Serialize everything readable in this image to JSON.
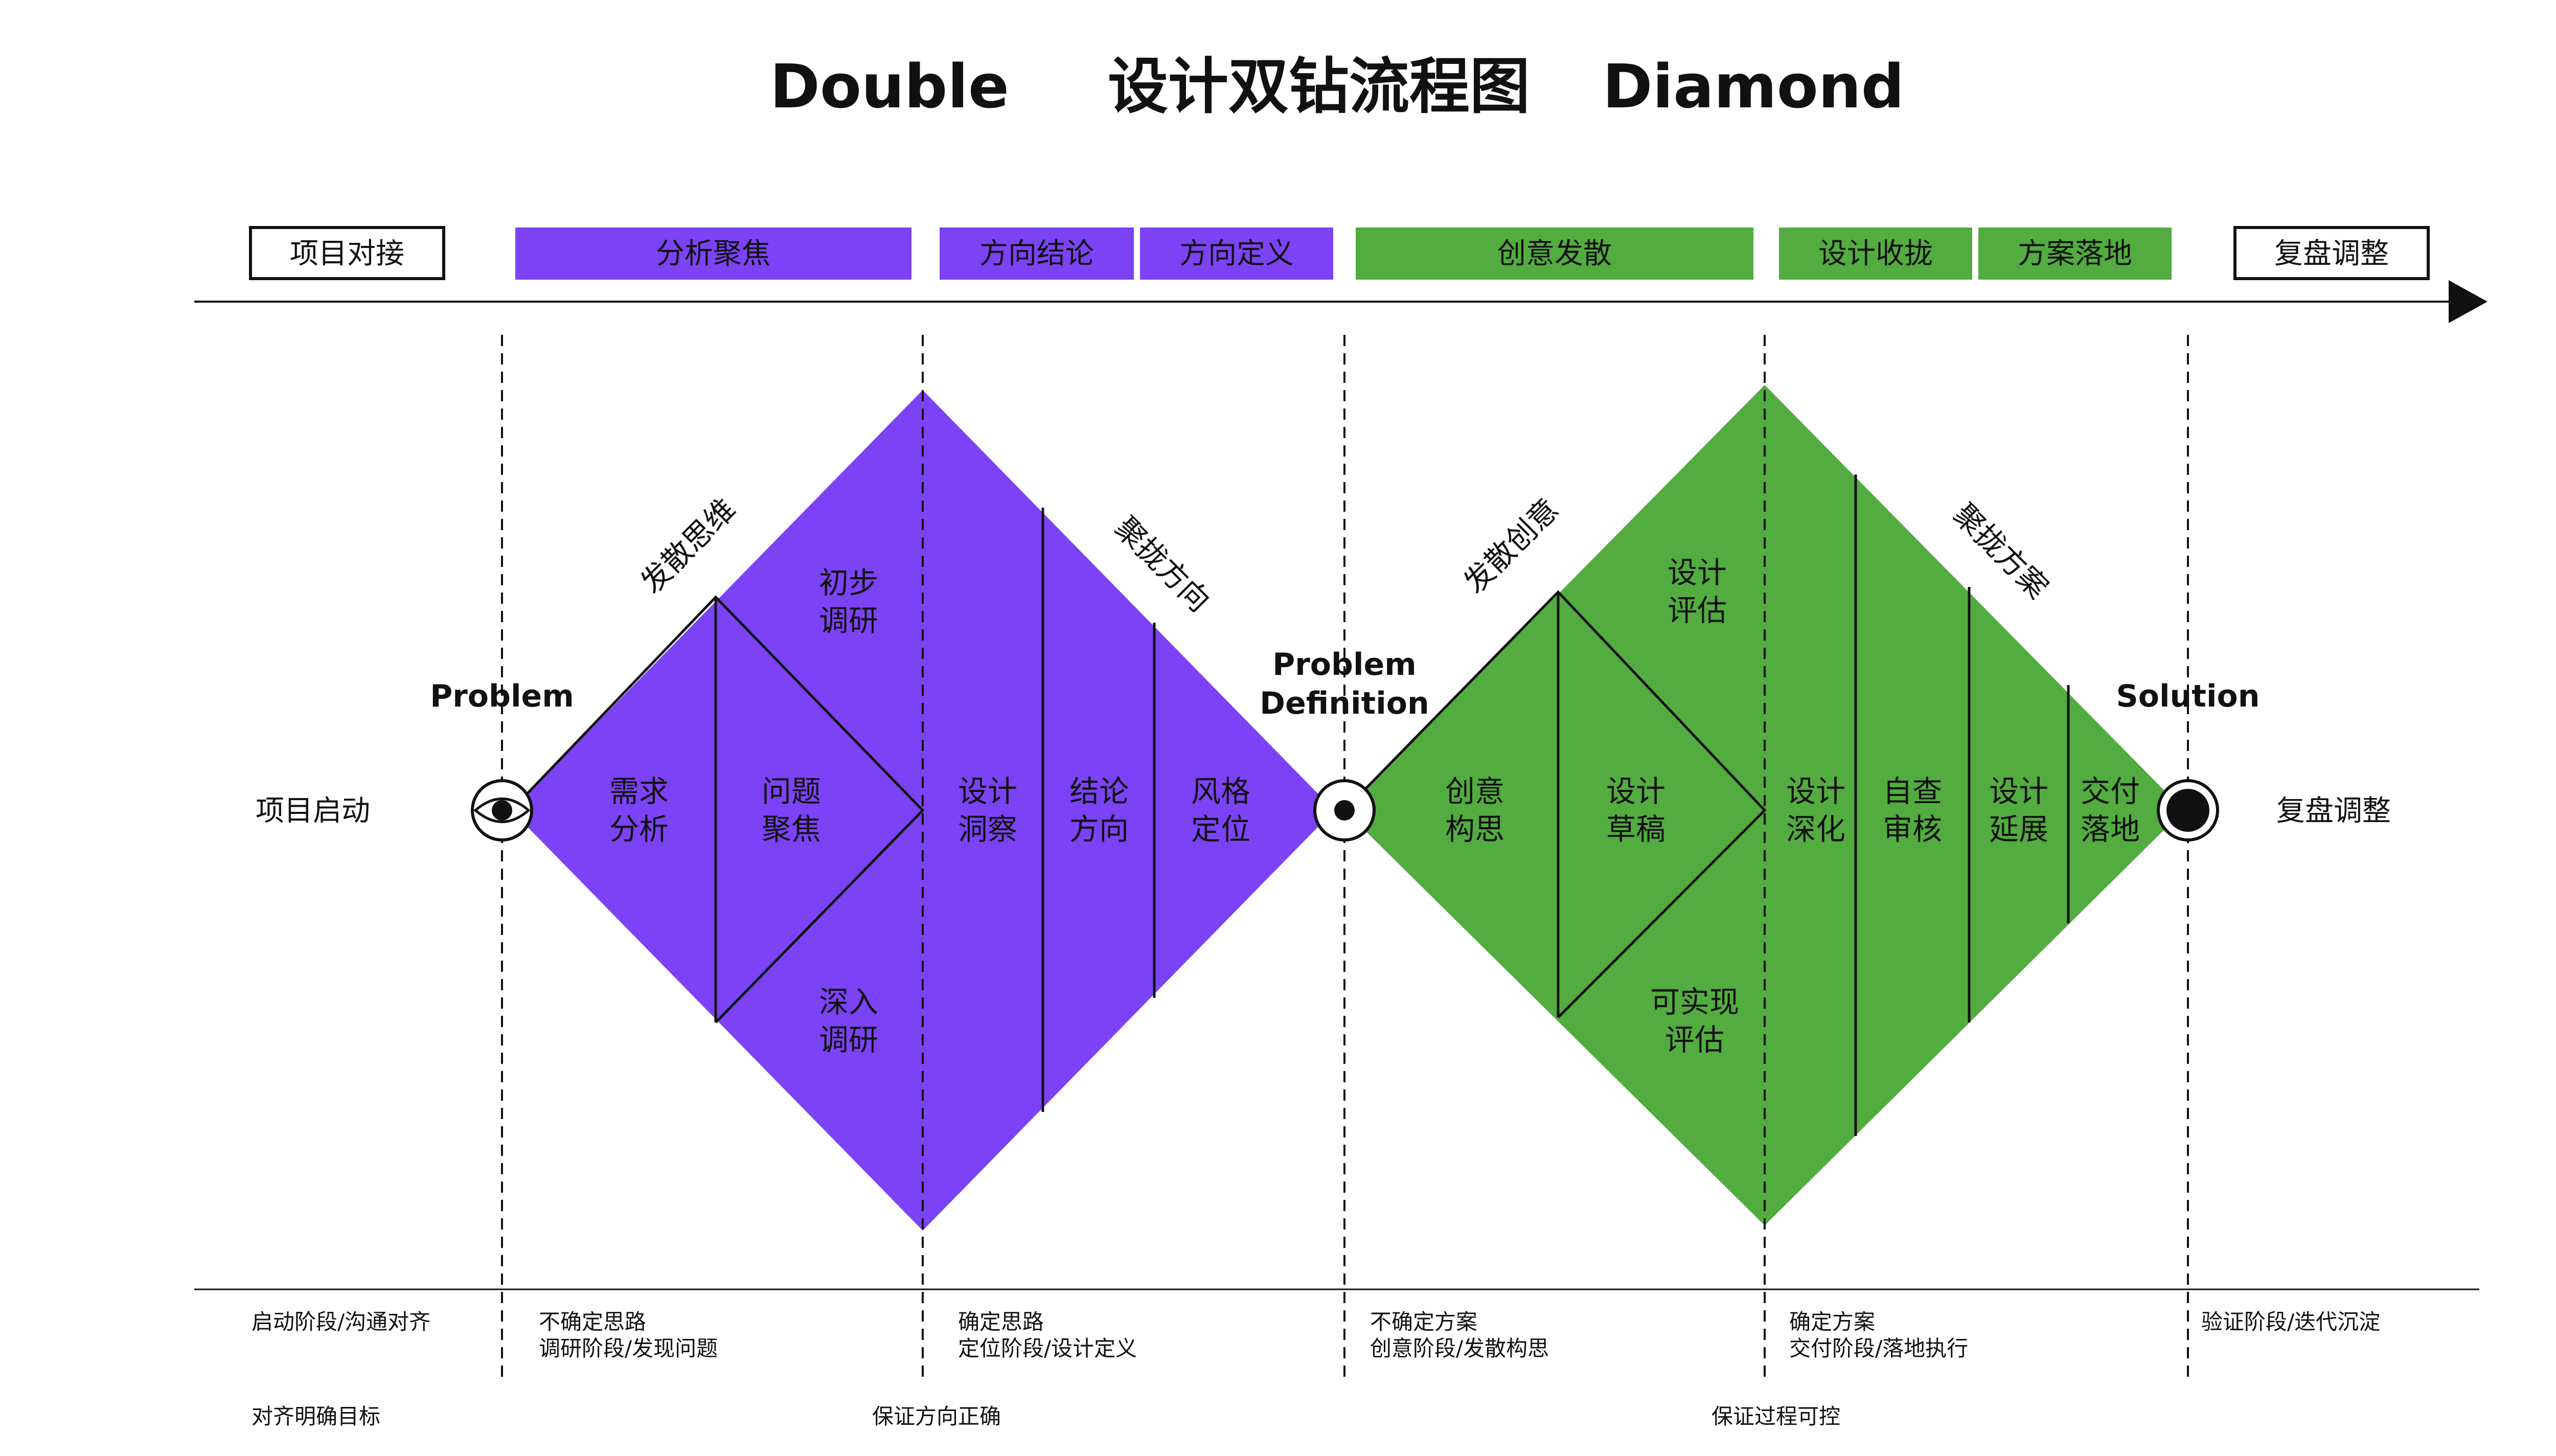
{
  "title": {
    "left": "Double",
    "center": "设计双钻流程图",
    "right": "Diamond"
  },
  "stages": [
    {
      "label": "项目对接",
      "style": "outline"
    },
    {
      "label": "分析聚焦",
      "style": "purple"
    },
    {
      "label": "方向结论",
      "style": "purple"
    },
    {
      "label": "方向定义",
      "style": "purple"
    },
    {
      "label": "创意发散",
      "style": "green"
    },
    {
      "label": "设计收拢",
      "style": "green"
    },
    {
      "label": "方案落地",
      "style": "green"
    },
    {
      "label": "复盘调整",
      "style": "outline"
    }
  ],
  "milestones": {
    "problem": "Problem",
    "definition_1": "Problem",
    "definition_2": "Definition",
    "solution": "Solution"
  },
  "side_labels": {
    "start": "项目启动",
    "end": "复盘调整"
  },
  "diamond1": {
    "diag_left": "发散思维",
    "diag_right": "聚拢方向",
    "nodes": [
      [
        "需求",
        "分析"
      ],
      [
        "问题",
        "聚焦"
      ],
      [
        "初步",
        "调研"
      ],
      [
        "深入",
        "调研"
      ],
      [
        "设计",
        "洞察"
      ],
      [
        "结论",
        "方向"
      ],
      [
        "风格",
        "定位"
      ]
    ]
  },
  "diamond2": {
    "diag_left": "发散创意",
    "diag_right": "聚拢方案",
    "nodes": [
      [
        "创意",
        "构思"
      ],
      [
        "设计",
        "草稿"
      ],
      [
        "设计",
        "评估"
      ],
      [
        "可实现",
        "评估"
      ],
      [
        "设计",
        "深化"
      ],
      [
        "自查",
        "审核"
      ],
      [
        "设计",
        "延展"
      ],
      [
        "交付",
        "落地"
      ]
    ]
  },
  "phases": [
    [
      "启动阶段/沟通对齐",
      ""
    ],
    [
      "不确定思路",
      "调研阶段/发现问题"
    ],
    [
      "确定思路",
      "定位阶段/设计定义"
    ],
    [
      "不确定方案",
      "创意阶段/发散构思"
    ],
    [
      "确定方案",
      "交付阶段/落地执行"
    ],
    [
      "验证阶段/迭代沉淀",
      ""
    ]
  ],
  "goals": [
    "对齐明确目标",
    "保证方向正确",
    "保证过程可控"
  ],
  "colors": {
    "purple": "#7B42F6",
    "green": "#52AC3F",
    "ink": "#111111"
  }
}
